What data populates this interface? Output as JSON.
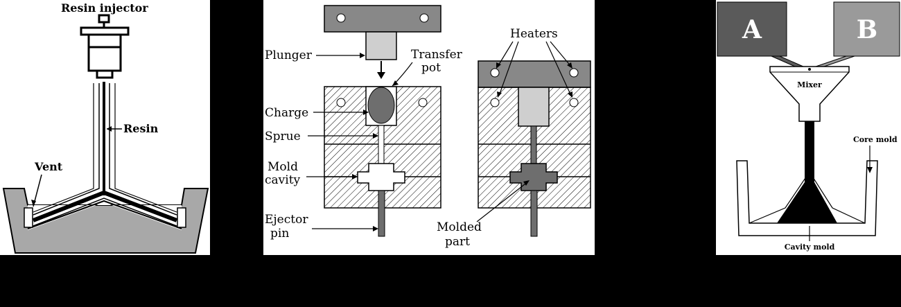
{
  "rtm": {
    "resin_injector": "Resin injector",
    "resin": "Resin",
    "vent": "Vent"
  },
  "transfer": {
    "plunger": "Plunger",
    "transfer_pot_1": "Transfer",
    "transfer_pot_2": "pot",
    "charge": "Charge",
    "sprue": "Sprue",
    "mold_cavity_1": "Mold",
    "mold_cavity_2": "cavity",
    "ejector_pin_1": "Ejector",
    "ejector_pin_2": "pin",
    "heaters": "Heaters",
    "molded_part_1": "Molded",
    "molded_part_2": "part"
  },
  "rim": {
    "a": "A",
    "b": "B",
    "mixer": "Mixer",
    "core_mold": "Core mold",
    "cavity_mold": "Cavity mold"
  },
  "colors": {
    "mold_gray": "#a8a8a8",
    "dark_gray": "#6e6e6e",
    "block_a": "#5a5a5a",
    "block_b": "#9a9a9a"
  }
}
